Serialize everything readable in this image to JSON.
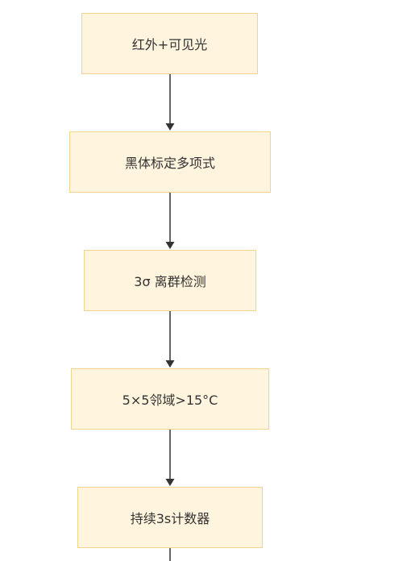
{
  "flowchart": {
    "nodes": [
      {
        "label": "红外+可见光"
      },
      {
        "label": "黑体标定多项式"
      },
      {
        "label": "3σ 离群检测"
      },
      {
        "label": "5×5邻域>15°C"
      },
      {
        "label": "持续3s计数器"
      }
    ],
    "edges": [
      {
        "from": 0,
        "to": 1
      },
      {
        "from": 1,
        "to": 2
      },
      {
        "from": 2,
        "to": 3
      },
      {
        "from": 3,
        "to": 4
      },
      {
        "from": 4,
        "to": null
      }
    ],
    "colors": {
      "node_fill": "#fff4dd",
      "node_border": "#f0d58a",
      "edge": "#333333",
      "text": "#333333"
    }
  }
}
